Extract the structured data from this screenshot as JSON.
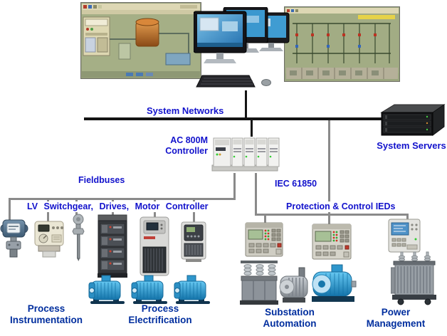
{
  "labels": {
    "system_networks": "System Networks",
    "controller": {
      "line1": "AC 800M",
      "line2": "Controller"
    },
    "system_servers": "System Servers",
    "fieldbuses": "Fieldbuses",
    "iec61850": "IEC 61850",
    "lv_bus": "LV Switchgear, Drives, Motor Controller",
    "protection_ieds": "Protection & Control IEDs"
  },
  "groups": {
    "process_instrumentation": {
      "line1": "Process",
      "line2": "Instrumentation"
    },
    "process_electrification": {
      "line1": "Process",
      "line2": "Electrification"
    },
    "substation_automation": {
      "line1": "Substation",
      "line2": "Automation"
    },
    "power_management": {
      "line1": "Power",
      "line2": "Management"
    }
  },
  "colors": {
    "label_blue": "#1212cc",
    "group_blue": "#002e9e",
    "bus_gray": "#8a8a8a",
    "network_black": "#141414",
    "motor_blue": "#2ba3dd"
  }
}
